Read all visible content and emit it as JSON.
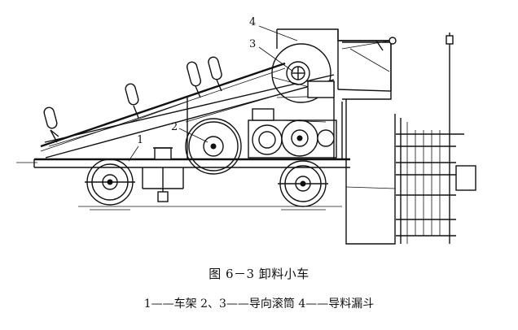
{
  "figure": {
    "callouts": [
      "1",
      "2",
      "3",
      "4"
    ],
    "caption": "图 6－3 卸料小车",
    "legend": "1——车架   2、3——导向滚筒   4——导料漏斗"
  }
}
